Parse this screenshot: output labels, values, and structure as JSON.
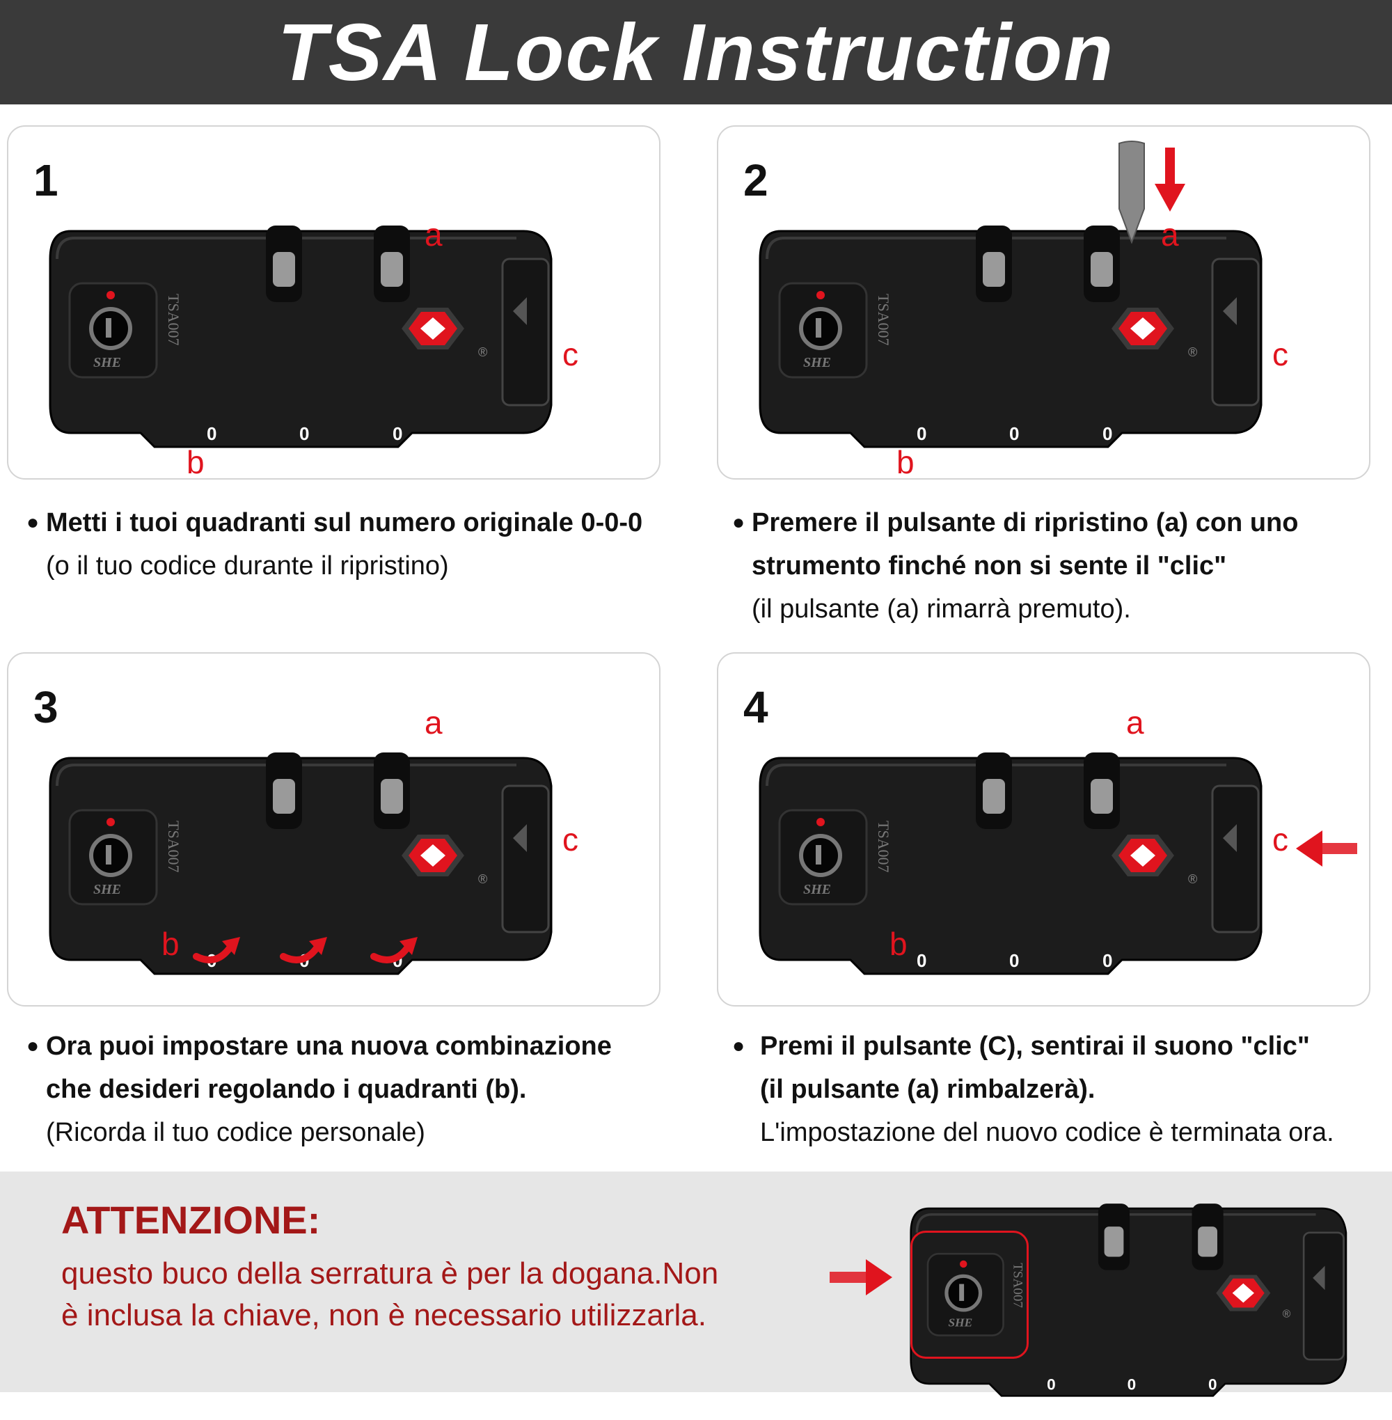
{
  "header": {
    "title": "TSA Lock Instruction"
  },
  "lock": {
    "model": "TSA007",
    "brand": "SHE",
    "registered": "®",
    "digits": [
      "0",
      "0",
      "0"
    ]
  },
  "labels": {
    "a": "a",
    "b": "b",
    "c": "c"
  },
  "steps": [
    {
      "number": "1",
      "bold_lines": [
        "Metti i tuoi quadranti sul numero originale 0-0-0"
      ],
      "normal_lines": [
        "(o il tuo codice durante il ripristino)"
      ]
    },
    {
      "number": "2",
      "bold_lines": [
        "Premere il pulsante di ripristino (a) con uno",
        "strumento finché non si sente il \"clic\""
      ],
      "normal_lines": [
        "(il pulsante (a) rimarrà premuto)."
      ]
    },
    {
      "number": "3",
      "bold_lines": [
        "Ora puoi impostare una nuova combinazione",
        "che desideri regolando i quadranti (b)."
      ],
      "normal_lines": [
        "(Ricorda il tuo codice personale)"
      ]
    },
    {
      "number": "4",
      "bold_lines": [
        "Premi il pulsante (C), sentirai il suono \"clic\"",
        "(il pulsante (a) rimbalzerà)."
      ],
      "normal_lines": [
        "L'impostazione del nuovo codice è terminata ora."
      ]
    }
  ],
  "warning": {
    "title": "ATTENZIONE:",
    "lines": [
      "questo buco della serratura è per la dogana.Non",
      "è inclusa la chiave, non è necessario utilizzarla."
    ]
  },
  "colors": {
    "accent_red": "#e0141e",
    "warning_red": "#a31818",
    "header_bg": "#3a3a3a"
  }
}
